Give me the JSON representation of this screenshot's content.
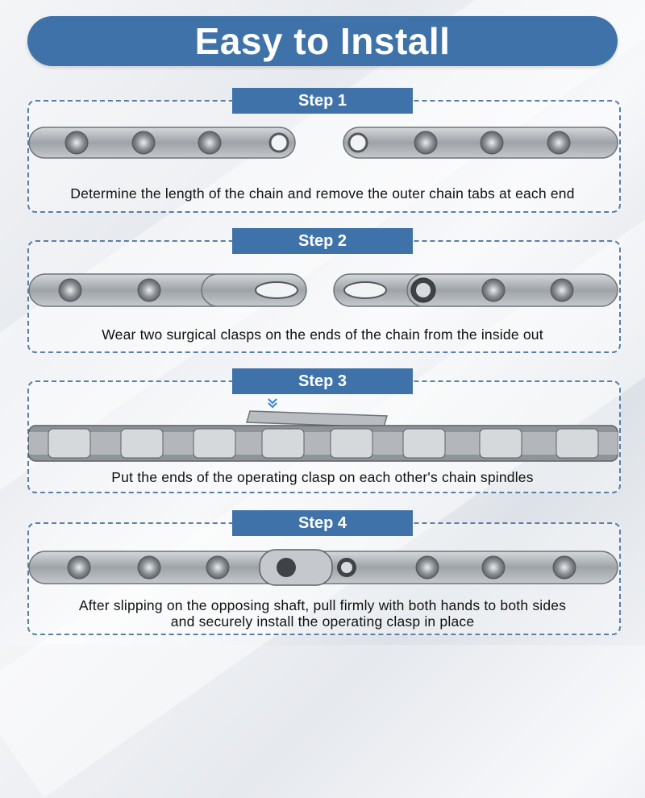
{
  "title": "Easy to Install",
  "steps": [
    {
      "label": "Step 1",
      "caption": "Determine the length of the chain and remove the outer chain tabs at each end"
    },
    {
      "label": "Step 2",
      "caption": "Wear two surgical clasps on the ends of the chain from the inside out"
    },
    {
      "label": "Step 3",
      "caption": "Put the ends of the operating clasp on each other's chain spindles"
    },
    {
      "label": "Step 4",
      "caption_line1": "After slipping on the opposing shaft, pull firmly with both hands to both sides",
      "caption_line2": "and securely install the operating clasp in place"
    }
  ],
  "colors": {
    "accent": "#3e72a8",
    "border": "#5a7fa5",
    "chain": "#9a9ea3"
  }
}
